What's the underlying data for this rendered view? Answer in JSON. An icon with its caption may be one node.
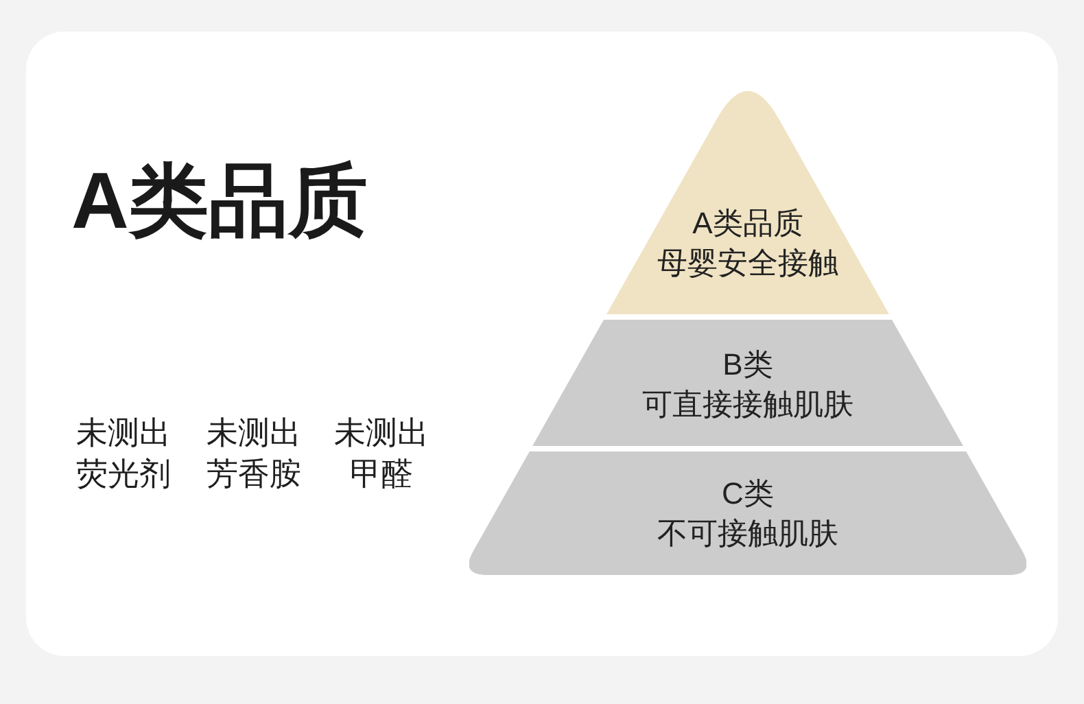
{
  "diagram": {
    "title": "A类品质",
    "nodes": [
      {
        "text": [
          "A类品质",
          "母婴安全接触"
        ]
      },
      {
        "text": [
          "B类",
          "可直接接触肌肤"
        ]
      },
      {
        "text": [
          "C类",
          "不可接触肌肤"
        ]
      }
    ],
    "labels": [
      "未测出荧光剂",
      "未测出芳香胺",
      "未测出甲醛"
    ]
  }
}
